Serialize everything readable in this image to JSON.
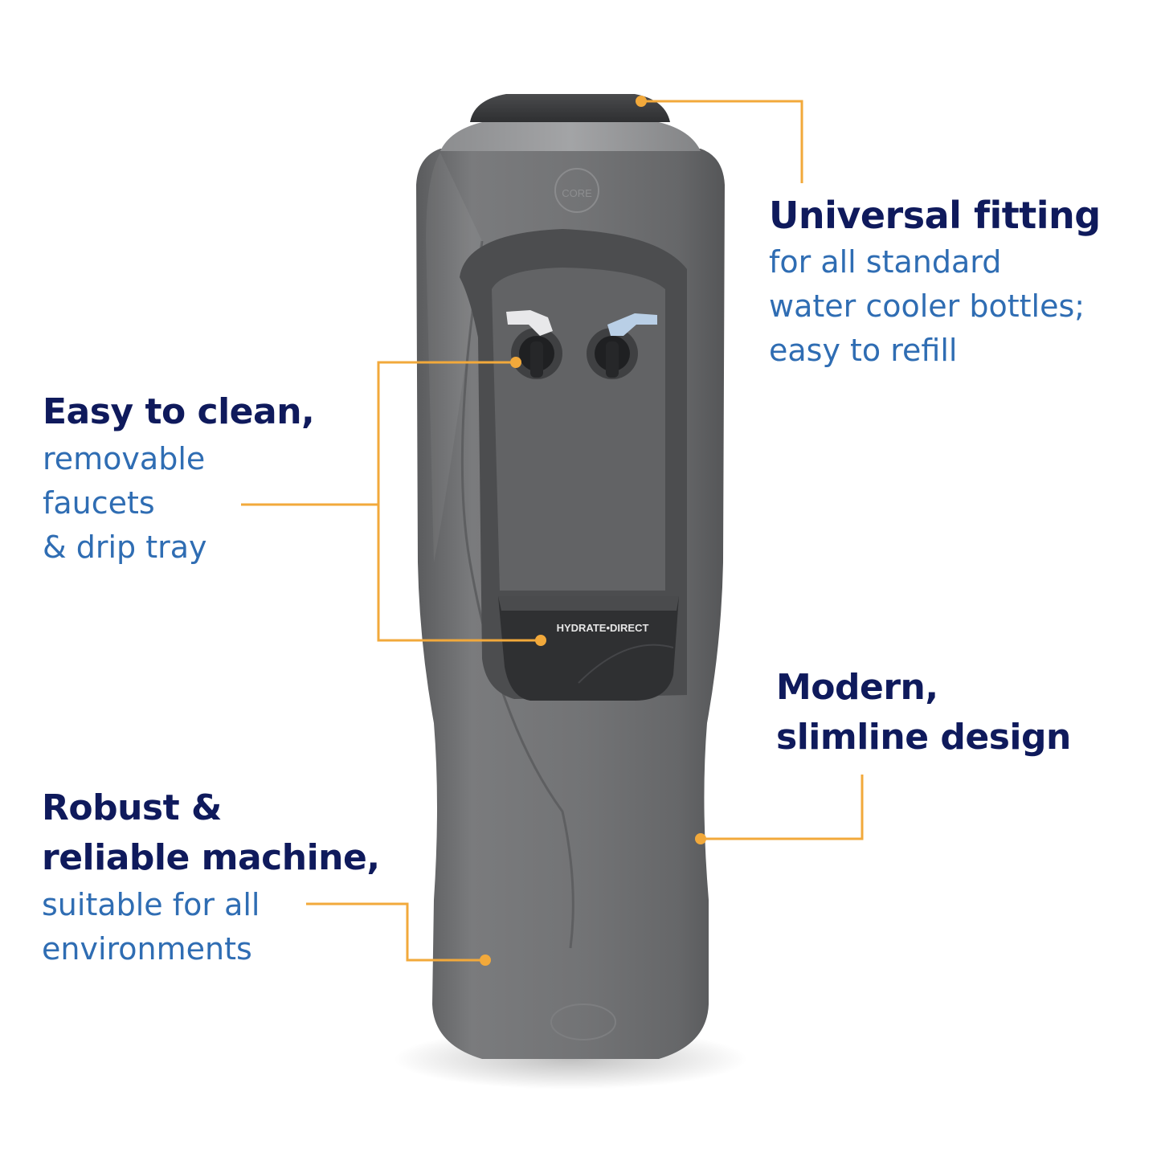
{
  "callouts": {
    "universal_fitting": {
      "heading": "Universal fitting",
      "lines": [
        "for all standard",
        "water cooler bottles;",
        "easy to refill"
      ]
    },
    "easy_to_clean": {
      "heading": "Easy to clean,",
      "lines": [
        "removable",
        "faucets",
        "& drip tray"
      ]
    },
    "modern_design": {
      "headings": [
        "Modern,",
        "slimline design"
      ]
    },
    "robust": {
      "headings": [
        "Robust &",
        "reliable machine,"
      ],
      "lines": [
        "suitable for all",
        "environments"
      ]
    }
  },
  "product": {
    "logo_small": "CORE",
    "brand_label": "HYDRATE•DIRECT"
  },
  "colors": {
    "heading": "#0f1a5c",
    "subtext": "#2f6db3",
    "leader_line": "#f2a93b",
    "cooler_body": "#6e6f71",
    "cooler_dark": "#3a3b3d"
  }
}
